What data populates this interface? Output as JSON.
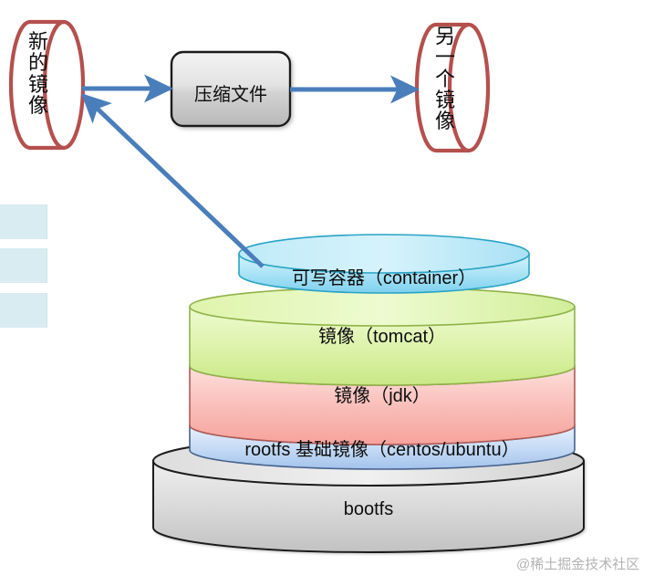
{
  "diagram": {
    "title_hidden": "Docker image layers diagram",
    "left_cylinder": {
      "name": "new-image-cylinder",
      "lines": [
        "新",
        "的",
        "镜",
        "像"
      ],
      "border_color": "#b4504e",
      "fill_color": "#ffffff"
    },
    "zip_box": {
      "name": "compressed-file-box",
      "label": "压缩文件",
      "fill_from": "#f2f2f2",
      "fill_to": "#bfbfbf",
      "border_color": "#1a1a1a"
    },
    "right_cylinder": {
      "name": "another-image-cylinder",
      "lines": [
        "另",
        "一",
        "个",
        "镜",
        "像"
      ],
      "border_color": "#b4504e",
      "fill_color": "#ffffff"
    },
    "arrows": [
      {
        "name": "arrow-new-image-to-zip",
        "direction": "right",
        "color": "#4a7ebb",
        "from": "新的镜像",
        "to": "压缩文件"
      },
      {
        "name": "arrow-zip-to-another-image",
        "direction": "right",
        "color": "#4a7ebb",
        "from": "压缩文件",
        "to": "另一个镜像"
      },
      {
        "name": "arrow-container-to-new-image",
        "direction": "up-left",
        "color": "#4a7ebb",
        "from": "可写容器（container）",
        "to": "新的镜像"
      }
    ],
    "side_boxes": {
      "name": "side-decoration-boxes",
      "count": 3,
      "color": "#d9ecf1"
    },
    "stack": {
      "name": "image-layer-stack",
      "layers": [
        {
          "name": "container-layer",
          "label": "可写容器（container）",
          "fill_top": "#cdeef8",
          "fill_bottom": "#7fd2ef",
          "edge_color": "#2aa3c4"
        },
        {
          "name": "tomcat-layer",
          "label": "镜像（tomcat）",
          "fill_top": "#e9f8c4",
          "fill_bottom": "#cdea8b",
          "edge_color": "#9aba4a"
        },
        {
          "name": "jdk-layer",
          "label": "镜像（jdk）",
          "fill_top": "#fcd9d6",
          "fill_bottom": "#f8a9a4",
          "edge_color": "#b05a56"
        },
        {
          "name": "rootfs-layer",
          "label": "rootfs 基础镜像（centos/ubuntu）",
          "fill_top": "#e4eefb",
          "fill_bottom": "#a8c6ee",
          "edge_color": "#46618c"
        },
        {
          "name": "bootfs-layer",
          "label": "bootfs",
          "fill_top": "#e8e8e8",
          "fill_bottom": "#c6c6c6",
          "edge_color": "#1a1a1a"
        }
      ]
    },
    "watermark": {
      "name": "watermark",
      "text": "@稀土掘金技术社区"
    }
  }
}
